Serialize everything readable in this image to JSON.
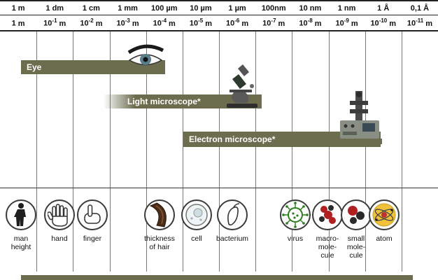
{
  "header": {
    "units": [
      "1 m",
      "1 dm",
      "1 cm",
      "1 mm",
      "100 µm",
      "10 µm",
      "1 µm",
      "100nm",
      "10 nm",
      "1 nm",
      "1 Å",
      "0,1 Å"
    ],
    "powers": [
      {
        "base": "1",
        "exp": "",
        "unit": "m"
      },
      {
        "base": "10",
        "exp": "-1",
        "unit": "m"
      },
      {
        "base": "10",
        "exp": "-2",
        "unit": "m"
      },
      {
        "base": "10",
        "exp": "-3",
        "unit": "m"
      },
      {
        "base": "10",
        "exp": "-4",
        "unit": "m"
      },
      {
        "base": "10",
        "exp": "-5",
        "unit": "m"
      },
      {
        "base": "10",
        "exp": "-6",
        "unit": "m"
      },
      {
        "base": "10",
        "exp": "-7",
        "unit": "m"
      },
      {
        "base": "10",
        "exp": "-8",
        "unit": "m"
      },
      {
        "base": "10",
        "exp": "-9",
        "unit": "m"
      },
      {
        "base": "10",
        "exp": "-10",
        "unit": "m"
      },
      {
        "base": "10",
        "exp": "-11",
        "unit": "m"
      }
    ]
  },
  "instruments": [
    {
      "label": "Eye",
      "icon": "eye-icon"
    },
    {
      "label": "Light microscope*",
      "icon": "light-microscope-icon"
    },
    {
      "label": "Electron microscope*",
      "icon": "electron-microscope-icon"
    }
  ],
  "objects": [
    {
      "label": "man\nheight",
      "icon": "man-icon"
    },
    {
      "label": "hand",
      "icon": "hand-icon"
    },
    {
      "label": "finger",
      "icon": "finger-icon"
    },
    {
      "label": "thickness\nof hair",
      "icon": "hair-icon"
    },
    {
      "label": "cell",
      "icon": "cell-icon"
    },
    {
      "label": "bacterium",
      "icon": "bacterium-icon"
    },
    {
      "label": "virus",
      "icon": "virus-icon"
    },
    {
      "label": "macro-\nmole-\ncule",
      "icon": "macromolecule-icon"
    },
    {
      "label": "small\nmole-\ncule",
      "icon": "small-molecule-icon"
    },
    {
      "label": "atom",
      "icon": "atom-icon"
    }
  ],
  "colors": {
    "bar": "#6b6d4e",
    "grid": "#777",
    "virus_green": "#2e7d1e",
    "molecule_red": "#b02020",
    "hair_brown": "#4a2c18",
    "atom_yellow": "#f0c23c"
  }
}
